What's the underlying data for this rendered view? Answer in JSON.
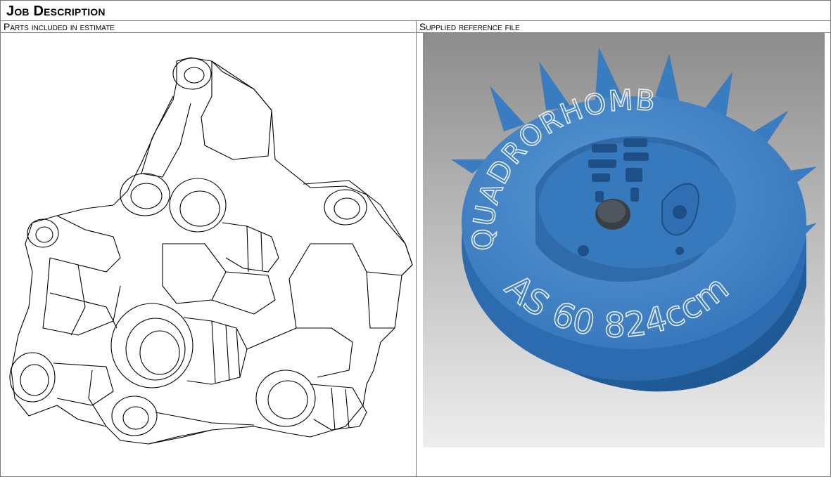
{
  "title": "Job Description",
  "columns": [
    {
      "header": "Parts included in estimate",
      "image": "line-drawing of mechanical part"
    },
    {
      "header": "Supplied reference file",
      "image": "blue 3D rendered engine part"
    }
  ],
  "reference_render": {
    "engraving_top": "QUADRORHOMB",
    "engraving_bottom": "AS 60 824ccm",
    "part_color": "#3f82c5",
    "background_top": "#8c8c8c",
    "background_bottom": "#eeeeee"
  }
}
